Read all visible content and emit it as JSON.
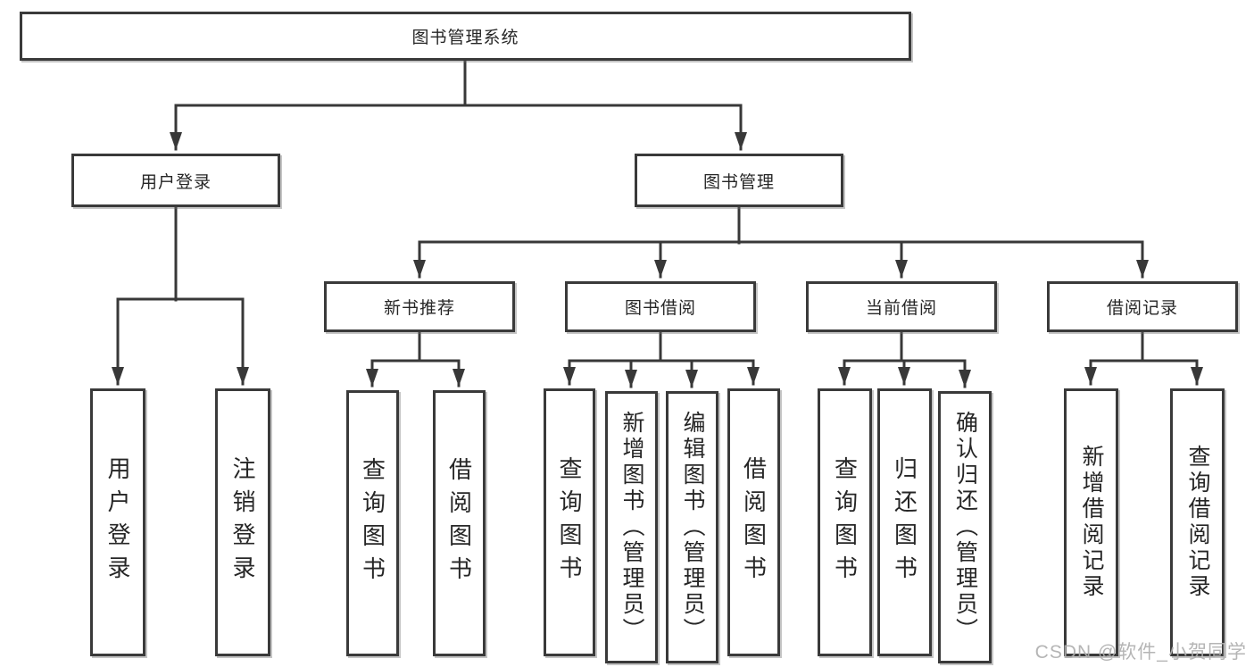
{
  "diagram": {
    "title": "图书管理系统",
    "level2": {
      "user_login": "用户登录",
      "book_mgmt": "图书管理"
    },
    "level3": {
      "new_book_rec": "新书推荐",
      "book_borrow": "图书借阅",
      "current_borrow": "当前借阅",
      "borrow_records": "借阅记录"
    },
    "leaves": {
      "user_login": "用户登录",
      "logout": "注销登录",
      "rec_query": "查询图书",
      "rec_borrow": "借阅图书",
      "bb_query": "查询图书",
      "bb_add": "新增图书（管理员）",
      "bb_edit": "编辑图书（管理员）",
      "bb_borrow": "借阅图书",
      "cur_query": "查询图书",
      "cur_return": "归还图书",
      "cur_confirm": "确认归还（管理员）",
      "rn_add": "新增借阅记录",
      "rn_query": "查询借阅记录"
    }
  },
  "watermark": "CSDN @软件_小贺同学",
  "colors": {
    "line": "#383838",
    "box_border": "#3a3a3a",
    "text": "#262626",
    "watermark": "#afafaf",
    "background": "#ffffff"
  }
}
